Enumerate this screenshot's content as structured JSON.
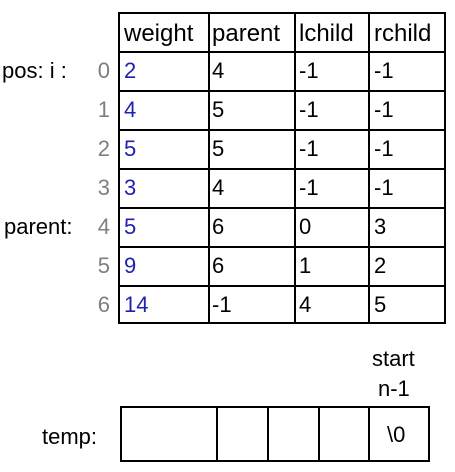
{
  "table": {
    "headers": [
      "weight",
      "parent",
      "lchild",
      "rchild"
    ],
    "rows": [
      {
        "index": "0",
        "weight": "2",
        "parent": "4",
        "lchild": "-1",
        "rchild": "-1"
      },
      {
        "index": "1",
        "weight": "4",
        "parent": "5",
        "lchild": "-1",
        "rchild": "-1"
      },
      {
        "index": "2",
        "weight": "5",
        "parent": "5",
        "lchild": "-1",
        "rchild": "-1"
      },
      {
        "index": "3",
        "weight": "3",
        "parent": "4",
        "lchild": "-1",
        "rchild": "-1"
      },
      {
        "index": "4",
        "weight": "5",
        "parent": "6",
        "lchild": "0",
        "rchild": "3"
      },
      {
        "index": "5",
        "weight": "9",
        "parent": "6",
        "lchild": "1",
        "rchild": "2"
      },
      {
        "index": "6",
        "weight": "14",
        "parent": "-1",
        "lchild": "4",
        "rchild": "5"
      }
    ]
  },
  "labels": {
    "pos": "pos:  i :",
    "parent": "parent:",
    "start": "start",
    "n_minus_1": "n-1",
    "temp": "temp:"
  },
  "temp_cells": [
    "",
    "",
    "",
    "",
    "\\0"
  ],
  "colors": {
    "weight_text": "#1f22b0",
    "index_text": "#7f7f7f"
  }
}
